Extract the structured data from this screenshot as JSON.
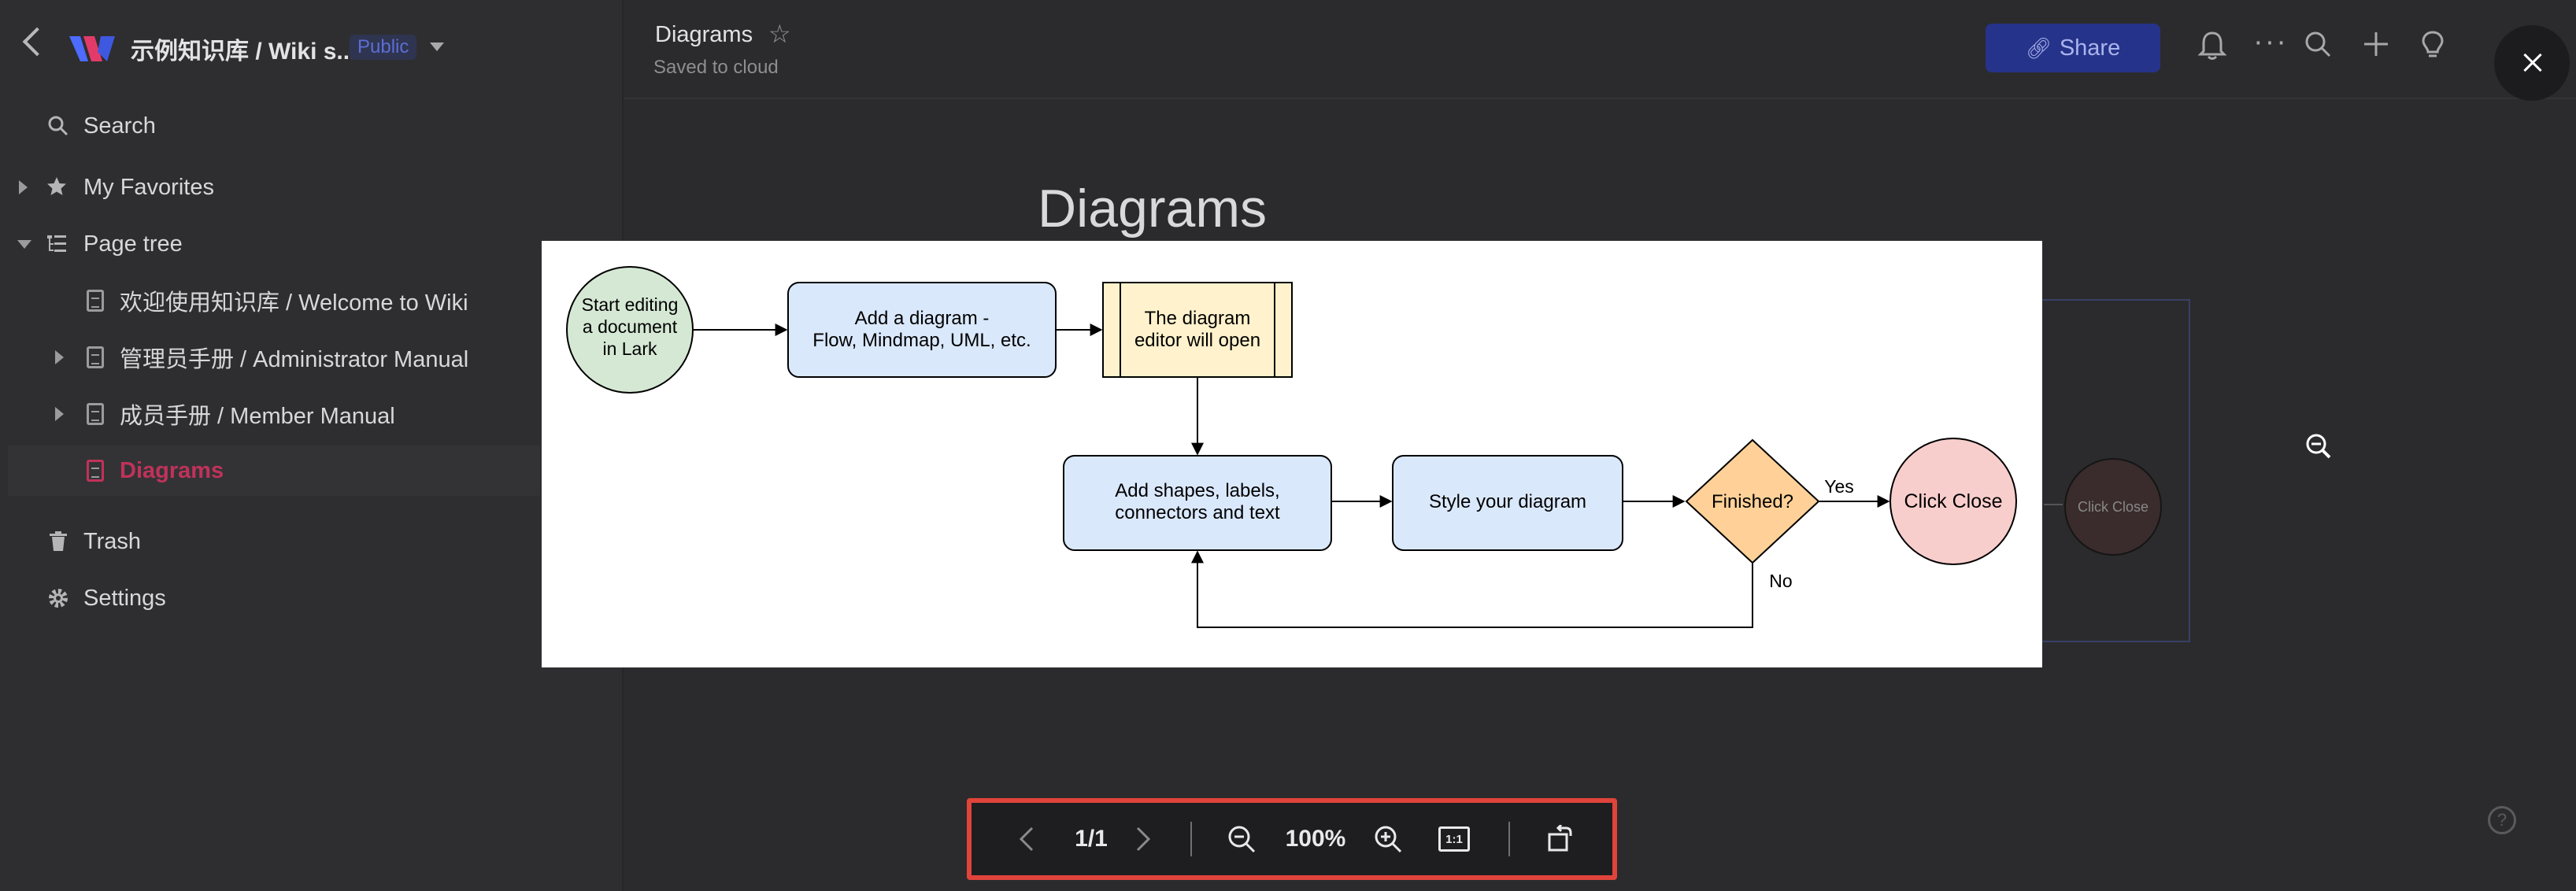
{
  "sidebar": {
    "wiki_title": "示例知识库 / Wiki s...",
    "public_badge": "Public",
    "search_label": "Search",
    "favorites_label": "My Favorites",
    "page_tree_label": "Page tree",
    "pages": [
      {
        "label": "欢迎使用知识库 / Welcome to Wiki"
      },
      {
        "label": "管理员手册 / Administrator Manual"
      },
      {
        "label": "成员手册 / Member Manual"
      },
      {
        "label": "Diagrams"
      }
    ],
    "trash_label": "Trash",
    "settings_label": "Settings"
  },
  "topbar": {
    "doc_title": "Diagrams",
    "save_status": "Saved to cloud",
    "share_label": "Share"
  },
  "page": {
    "heading": "Diagrams",
    "bg_node_label": "Click Close"
  },
  "diagram": {
    "start_node": [
      "Start editing",
      "a document",
      "in Lark"
    ],
    "add_diagram": [
      "Add a diagram -",
      "Flow, Mindmap, UML, etc."
    ],
    "editor_open": [
      "The diagram",
      "editor will open"
    ],
    "add_shapes": [
      "Add shapes, labels,",
      "connectors and text"
    ],
    "style_diagram": "Style your diagram",
    "decision": "Finished?",
    "yes_label": "Yes",
    "no_label": "No",
    "end_node": "Click Close"
  },
  "viewer_toolbar": {
    "page_indicator": "1/1",
    "zoom_level": "100%",
    "actual_size_icon_text": "1:1"
  },
  "colors": {
    "accent_red_outline": "#e0443a",
    "active_page": "#c0325a",
    "share_button": "#26338a",
    "start_node_fill": "#d5e8d4",
    "process_fill": "#dae8fc",
    "editor_fill": "#fff2cc",
    "decision_fill": "#ffd198",
    "end_fill": "#f8cecc"
  }
}
